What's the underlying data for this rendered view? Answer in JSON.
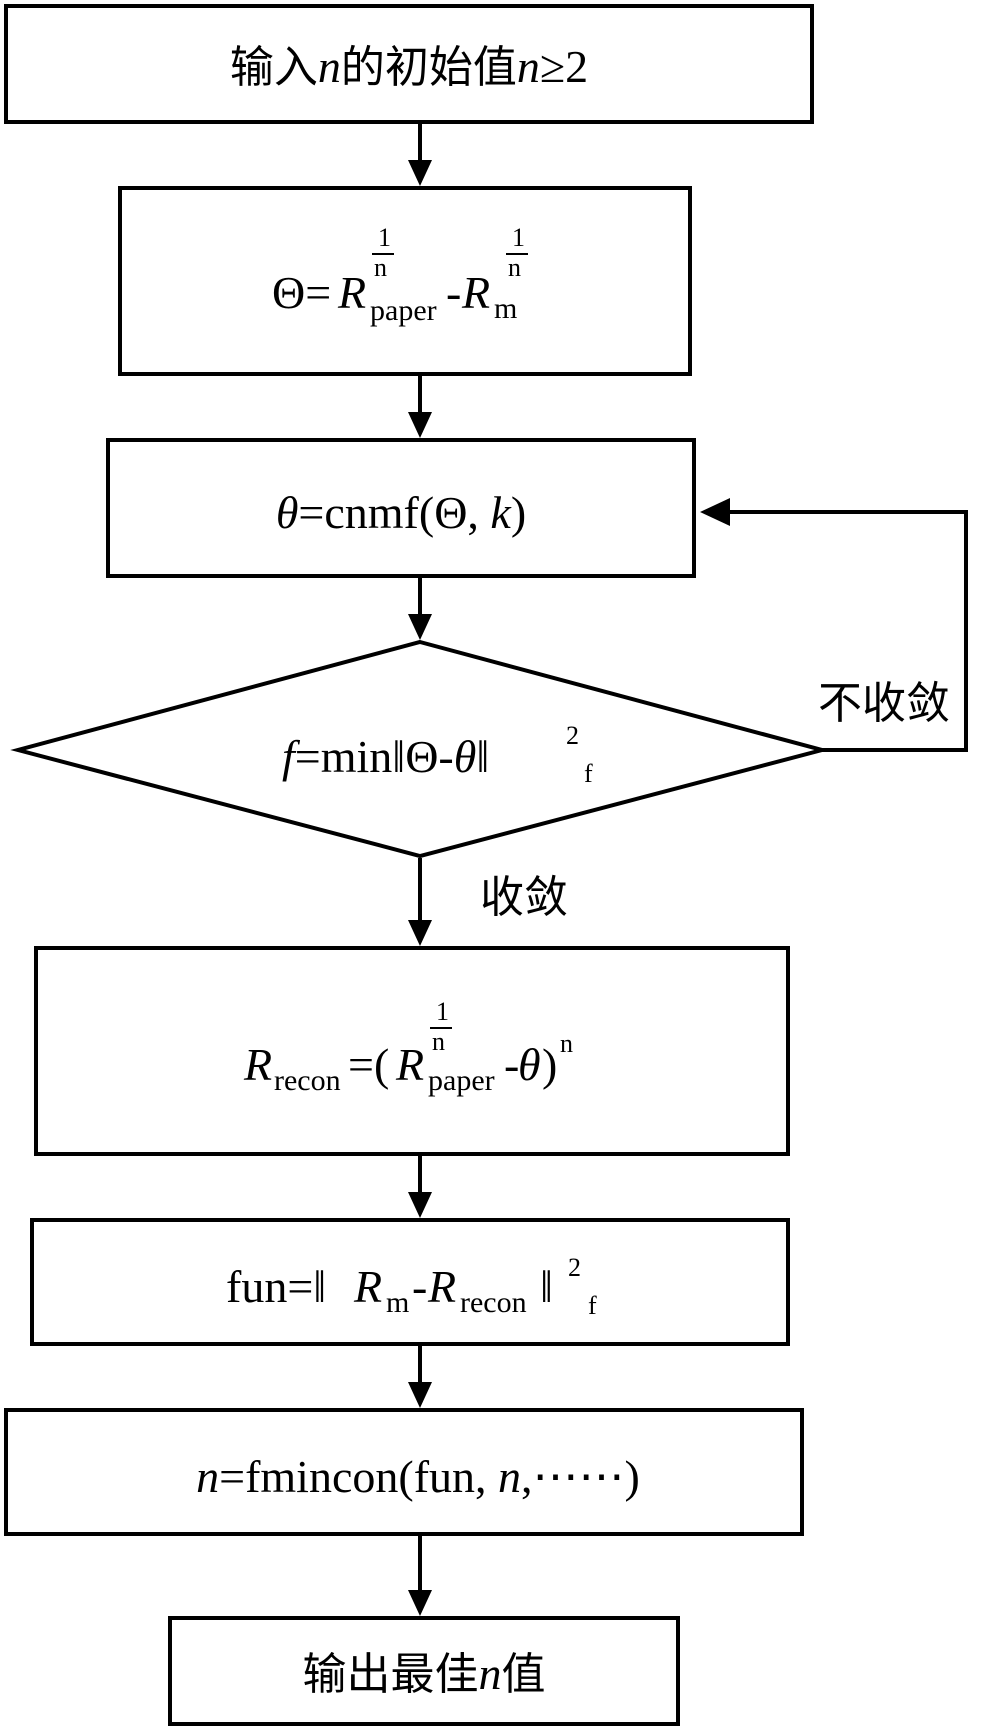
{
  "steps": {
    "input": {
      "prefix": "输入",
      "var": "n",
      "middle": "的初始值",
      "var2": "n",
      "suffix": "≥2"
    },
    "theta_def": {
      "lhs": "Θ=",
      "r": "R",
      "sub1": "paper",
      "minus": "-",
      "sub2": "m",
      "exp_num": "1",
      "exp_den": "n"
    },
    "cnmf": {
      "var": "θ",
      "expr": "=cnmf(Θ, ",
      "k": "k",
      "close": ")"
    },
    "decision": {
      "f": "f",
      "expr": "=min‖Θ-",
      "theta": "θ",
      "norm": "‖",
      "sup": "2",
      "sub": "f"
    },
    "recon": {
      "r": "R",
      "sub_recon": "recon",
      "eq": "=(",
      "sub_paper": "paper",
      "minus": "-",
      "theta": "θ",
      "close": ")",
      "exp": "n",
      "exp_num": "1",
      "exp_den": "n"
    },
    "fun": {
      "lhs": "fun=‖",
      "r": "R",
      "sub_m": "m",
      "minus": "-",
      "sub_recon": "recon",
      "norm": "‖",
      "sup": "2",
      "sub": "f"
    },
    "fmincon": {
      "n": "n",
      "expr": "=fmincon(fun, ",
      "n2": "n",
      "tail": ",⋯⋯)"
    },
    "output": {
      "prefix": "输出最佳",
      "var": "n",
      "suffix": "值"
    }
  },
  "edges": {
    "not_converged": "不收敛",
    "converged": "收敛"
  }
}
